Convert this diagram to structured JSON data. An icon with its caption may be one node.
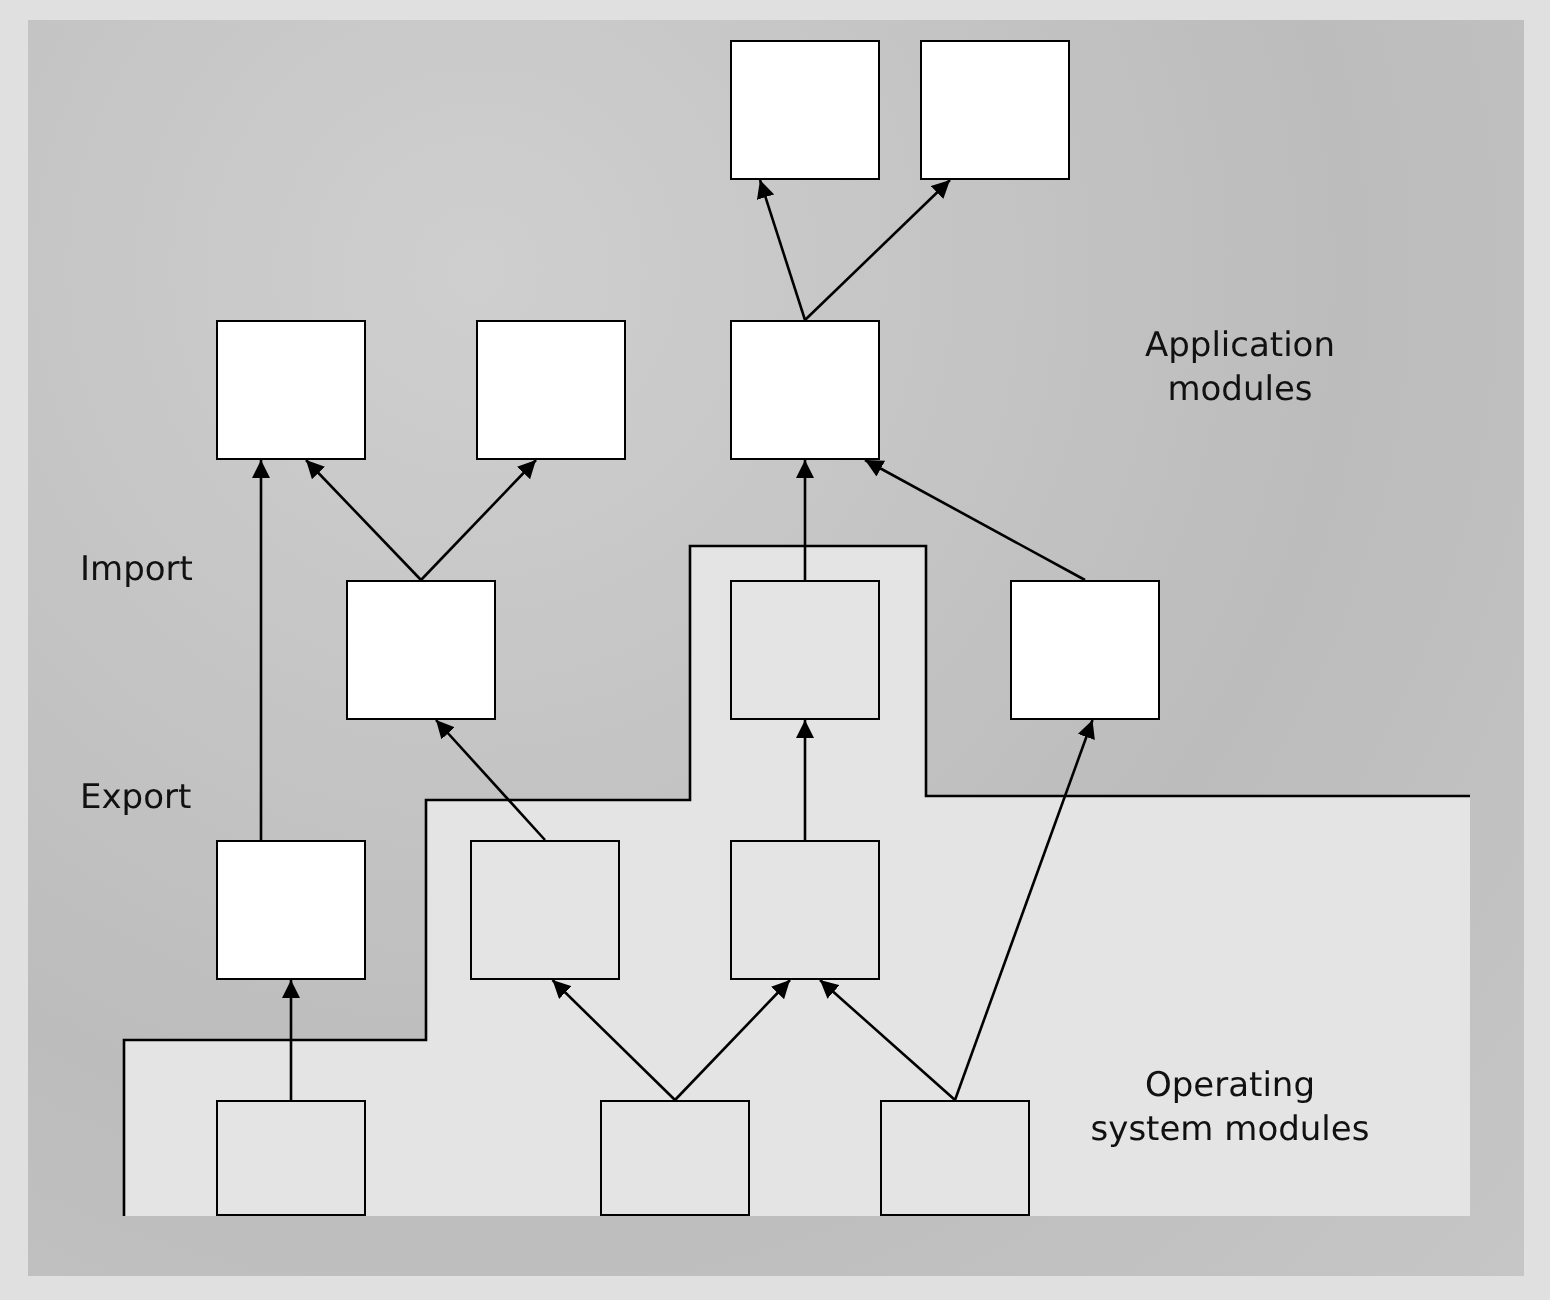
{
  "diagram": {
    "nodes": [
      {
        "text": [],
        "shape": "box"
      },
      {
        "text": [],
        "shape": "box"
      },
      {
        "text": [],
        "shape": "box"
      },
      {
        "text": [],
        "shape": "box"
      },
      {
        "text": [],
        "shape": "box"
      },
      {
        "text": [],
        "shape": "box"
      },
      {
        "text": [
          "Operating system modules"
        ]
      },
      {
        "text": [],
        "shape": "box",
        "in": 6
      },
      {
        "text": [],
        "shape": "box"
      },
      {
        "text": [],
        "shape": "box"
      },
      {
        "text": [],
        "shape": "box",
        "in": 6
      },
      {
        "text": [],
        "shape": "box",
        "in": 6
      },
      {
        "text": [],
        "shape": "box",
        "in": 6
      },
      {
        "text": [],
        "shape": "box",
        "in": 6
      },
      {
        "text": [],
        "shape": "box",
        "in": 6
      }
    ],
    "edges": [
      {
        "from": 4,
        "to": 0,
        "arrow": "to"
      },
      {
        "from": 4,
        "to": 1,
        "arrow": "to"
      },
      {
        "from": 5,
        "to": 2,
        "arrow": "to"
      },
      {
        "from": 5,
        "to": 3,
        "arrow": "to"
      },
      {
        "from": 7,
        "to": 4,
        "arrow": "to"
      },
      {
        "from": 8,
        "to": 4,
        "arrow": "to"
      },
      {
        "from": 9,
        "to": 2,
        "arrow": "to"
      },
      {
        "from": 12,
        "to": 9,
        "arrow": "to"
      },
      {
        "from": 10,
        "to": 5,
        "arrow": "to"
      },
      {
        "from": 11,
        "to": 7,
        "arrow": "to"
      },
      {
        "from": 13,
        "to": 10,
        "arrow": "to"
      },
      {
        "from": 13,
        "to": 11,
        "arrow": "to"
      },
      {
        "from": 14,
        "to": 11,
        "arrow": "to"
      },
      {
        "from": 14,
        "to": 8,
        "arrow": "to"
      }
    ],
    "labels": [
      "Application modules",
      "Import",
      "Export"
    ]
  }
}
